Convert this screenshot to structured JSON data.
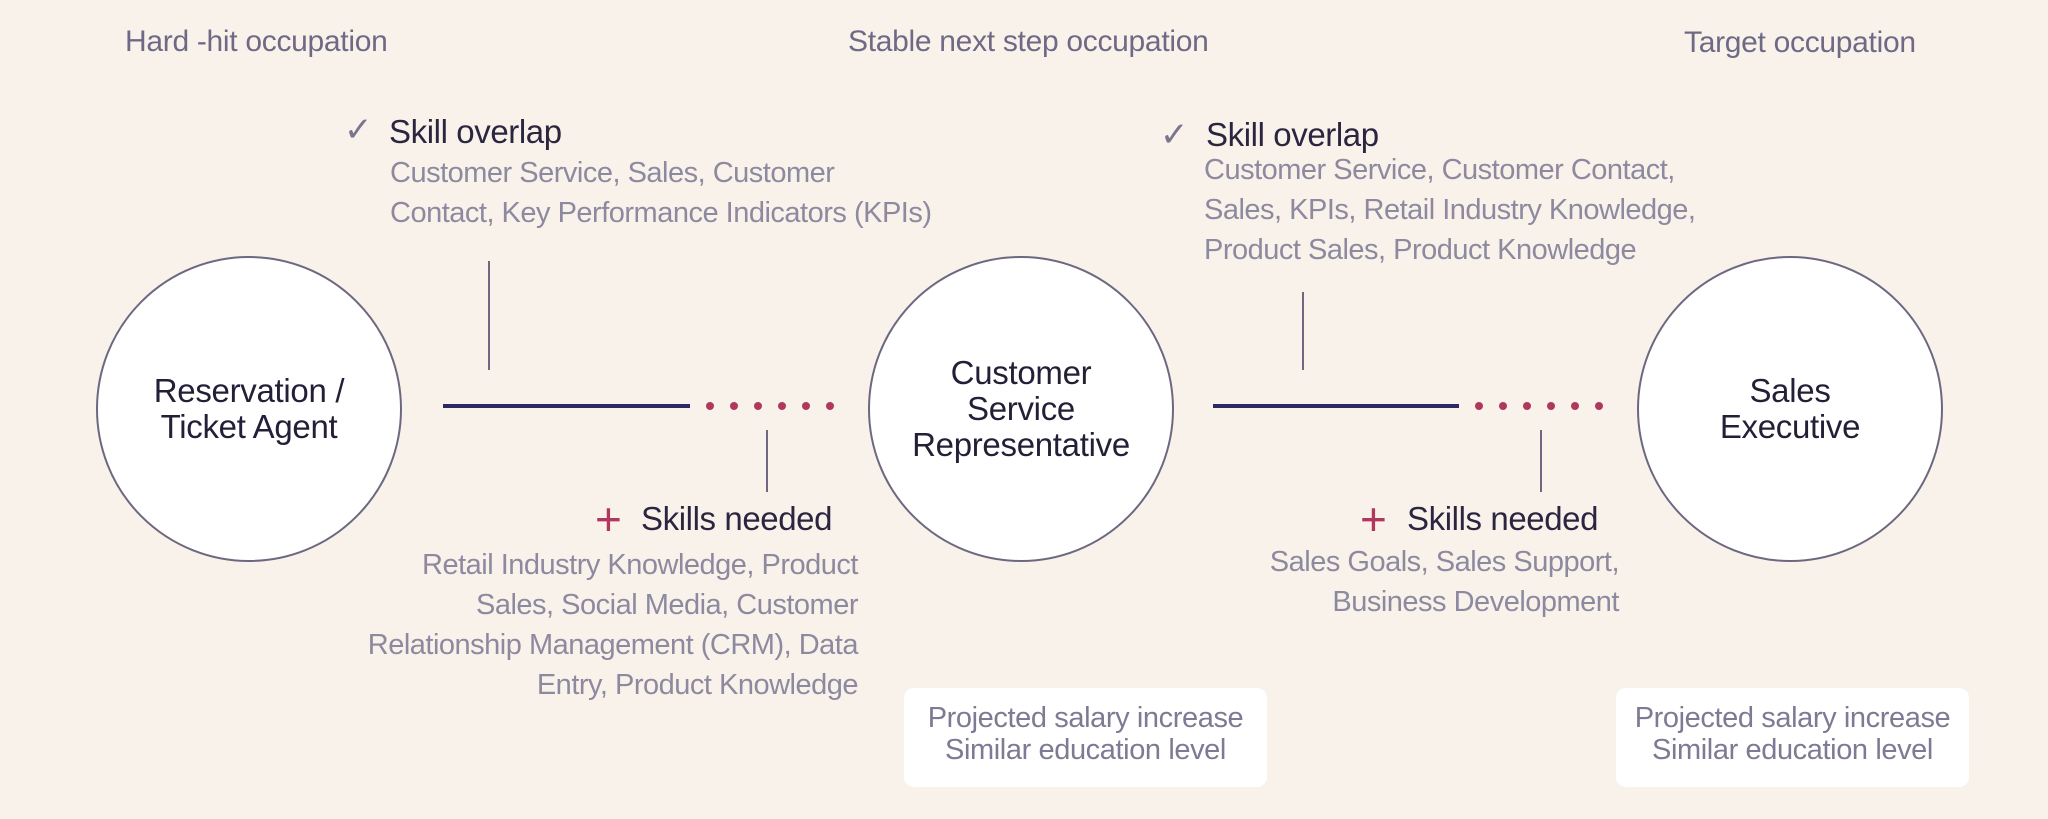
{
  "headers": {
    "hard_hit": "Hard -hit occupation",
    "stable": "Stable next step occupation",
    "target": "Target occupation"
  },
  "occupations": [
    {
      "label": "Reservation /\nTicket Agent"
    },
    {
      "label": "Customer\nService\nRepresentative"
    },
    {
      "label": "Sales\nExecutive"
    }
  ],
  "transitions": [
    {
      "overlap_icon": "check-icon",
      "overlap_title": "Skill overlap",
      "overlap_text": "Customer Service, Sales, Customer\nContact, Key Performance Indicators (KPIs)",
      "needed_icon": "plus-icon",
      "needed_title": "Skills needed",
      "needed_text": "Retail Industry Knowledge, Product\nSales, Social Media, Customer\nRelationship Management (CRM), Data\nEntry, Product Knowledge"
    },
    {
      "overlap_icon": "check-icon",
      "overlap_title": "Skill overlap",
      "overlap_text": "Customer Service, Customer Contact,\nSales, KPIs, Retail Industry Knowledge,\nProduct Sales, Product Knowledge",
      "needed_icon": "plus-icon",
      "needed_title": "Skills needed",
      "needed_text": "Sales Goals, Sales Support,\nBusiness Development",
      "salary_line1": "Projected salary increase",
      "salary_line2": "Similar education level"
    }
  ],
  "salary_boxes": [
    {
      "line1": "Projected salary increase",
      "line2": "Similar education level"
    },
    {
      "line1": "Projected salary increase",
      "line2": "Similar education level"
    }
  ],
  "colors": {
    "background": "#f9f2eb",
    "solid_line": "#2c2a66",
    "dots_and_plus": "#b0385f",
    "circle_border": "#6d6880"
  }
}
